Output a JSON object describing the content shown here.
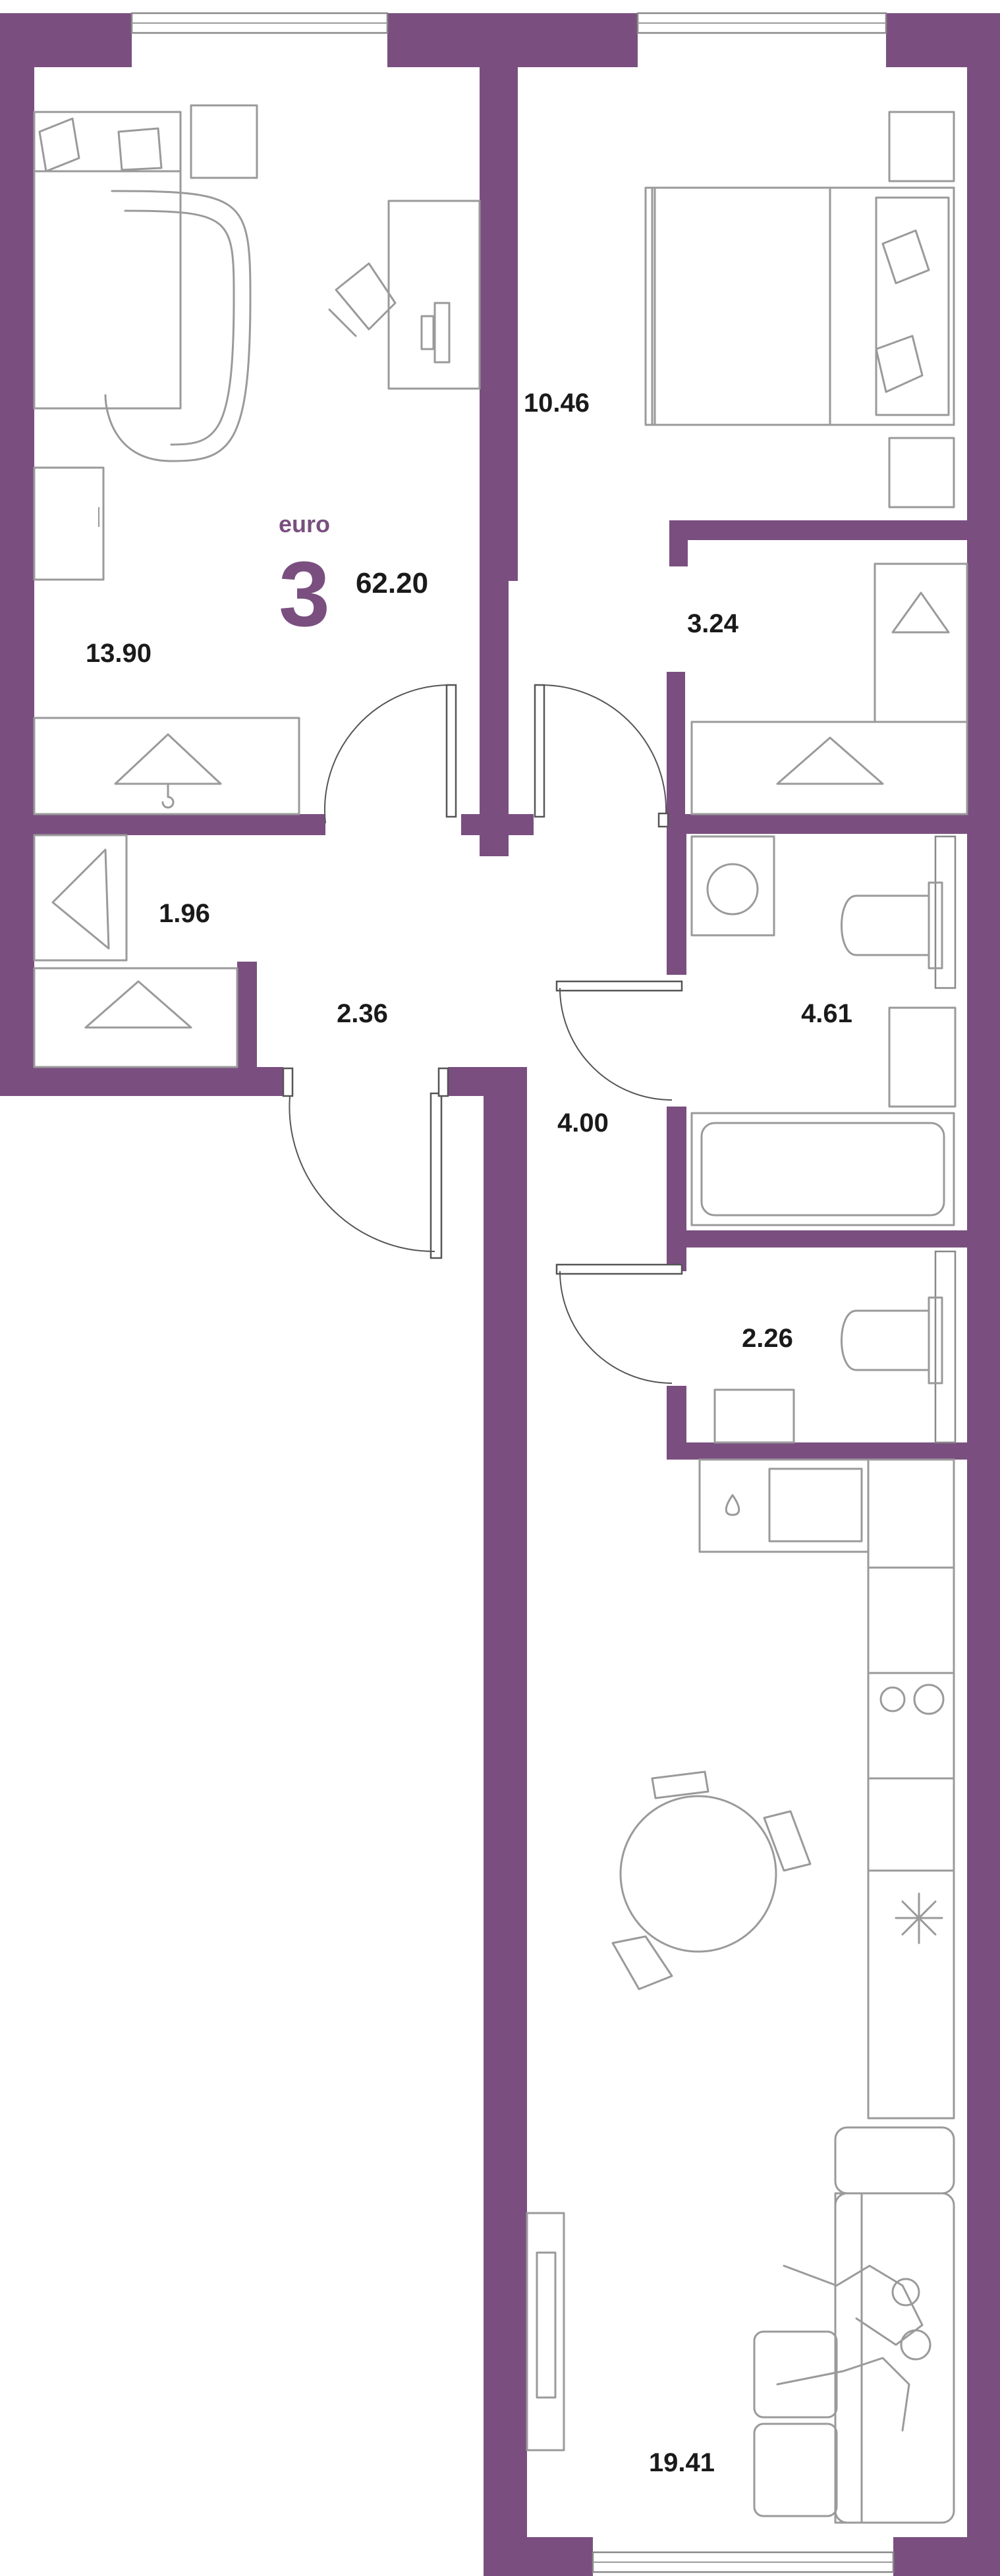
{
  "colors": {
    "wall": "#7a4f80",
    "accent": "#7a4f80",
    "furniture": "#9a9a9a",
    "text": "#1a1a1a"
  },
  "badge": {
    "label": "euro",
    "rooms": "3",
    "total_area": "62.20"
  },
  "rooms": {
    "bedroom_left": "13.90",
    "bedroom_right": "10.46",
    "closet_right": "3.24",
    "closet_left": "1.96",
    "hall_left": "2.36",
    "hall_center": "4.00",
    "bathroom": "4.61",
    "toilet": "2.26",
    "kitchen_living": "19.41"
  }
}
